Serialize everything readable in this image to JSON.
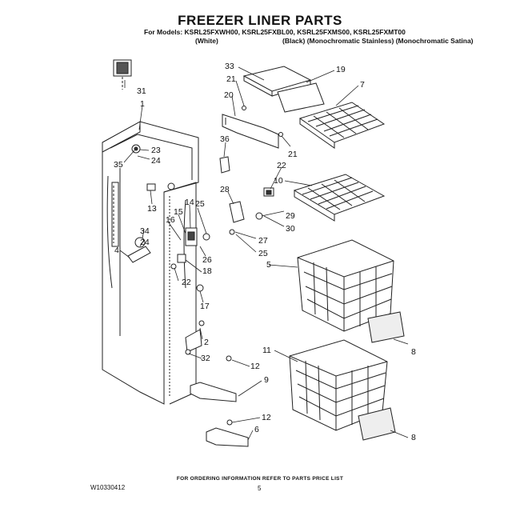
{
  "header": {
    "title": "FREEZER LINER PARTS",
    "models_line": "For Models: KSRL25FXWH00, KSRL25FXBL00, KSRL25FXMS00, KSRL25FXMT00",
    "variant_white": "(White)",
    "variant_rest": "(Black)   (Monochromatic Stainless)   (Monochromatic Satina)"
  },
  "callouts": {
    "c33": "33",
    "c19": "19",
    "c7": "7",
    "c21a": "21",
    "c20": "20",
    "c21b": "21",
    "c31": "31",
    "c1": "1",
    "c23": "23",
    "c35": "35",
    "c24a": "24",
    "c36": "36",
    "c22a": "22",
    "c10": "10",
    "c13": "13",
    "c28": "28",
    "c14": "14",
    "c25a": "25",
    "c15": "15",
    "c16": "16",
    "c29": "29",
    "c30": "30",
    "c34": "34",
    "c24b": "24",
    "c27": "27",
    "c4": "4",
    "c25b": "25",
    "c26": "26",
    "c5": "5",
    "c18": "18",
    "c22b": "22",
    "c17": "17",
    "c2": "2",
    "c8a": "8",
    "c32": "32",
    "c11": "11",
    "c12a": "12",
    "c9": "9",
    "c12b": "12",
    "c6": "6",
    "c8b": "8"
  },
  "footer": {
    "note": "FOR ORDERING INFORMATION REFER TO PARTS PRICE LIST",
    "doc_number": "W10330412",
    "page_number": "5"
  }
}
